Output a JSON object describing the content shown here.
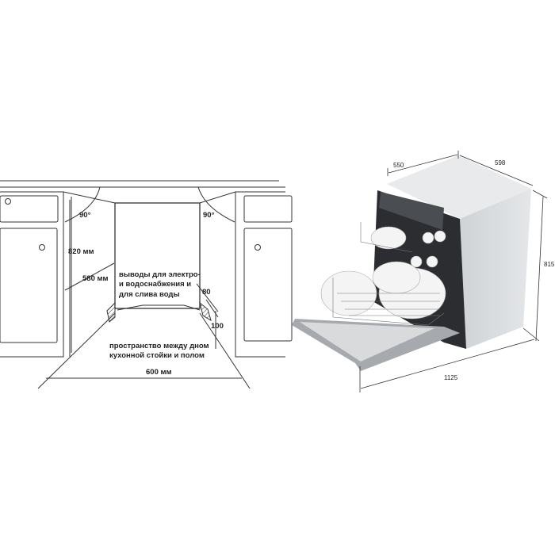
{
  "left_diagram": {
    "angle_left": "90°",
    "angle_right": "90°",
    "height_label": "820 мм",
    "depth_label": "580 мм",
    "width_label": "600 мм",
    "outlets_lines": [
      "выводы для электро-",
      "и водоснабжения и",
      "для слива воды"
    ],
    "dim_80": "80",
    "dim_100": "100",
    "plinth_lines": [
      "пространство между дном",
      "кухонной стойки и полом"
    ]
  },
  "right_diagram": {
    "depth": "550",
    "width": "598",
    "height": "815",
    "open_depth": "1125"
  }
}
